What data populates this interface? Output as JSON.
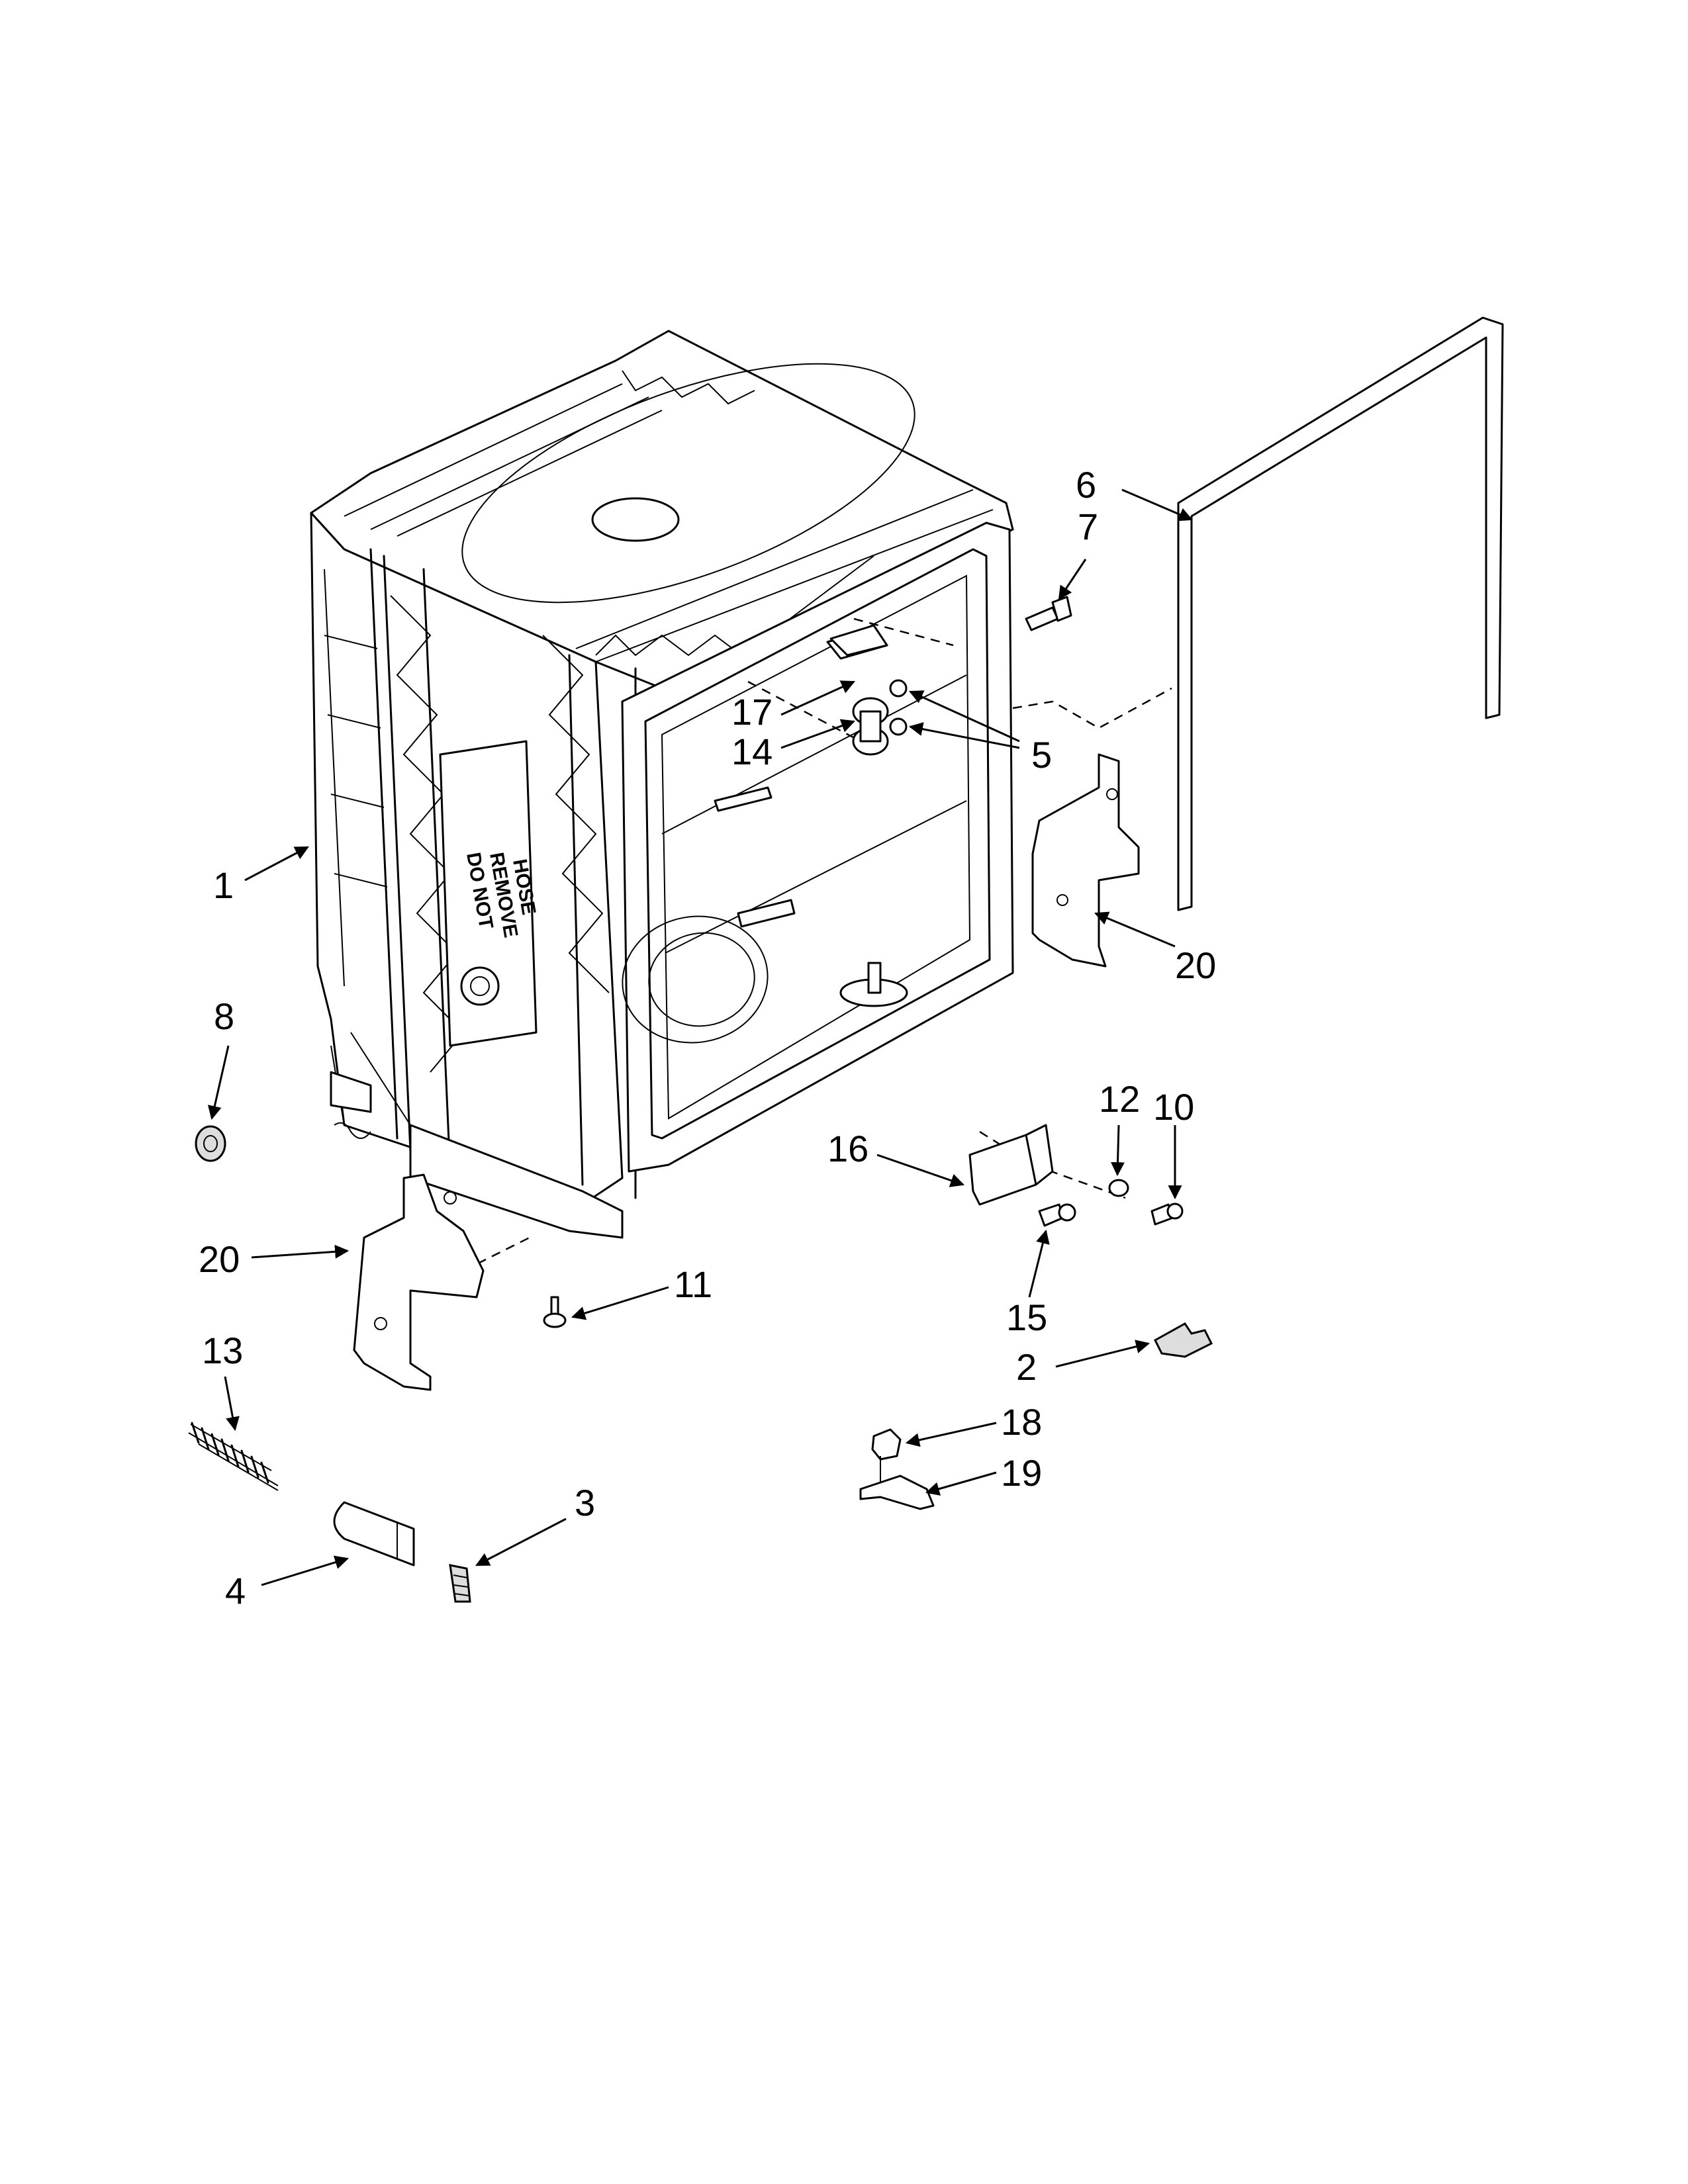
{
  "callouts": [
    {
      "id": "1",
      "label": "1"
    },
    {
      "id": "2",
      "label": "2"
    },
    {
      "id": "3",
      "label": "3"
    },
    {
      "id": "4",
      "label": "4"
    },
    {
      "id": "5",
      "label": "5"
    },
    {
      "id": "6",
      "label": "6"
    },
    {
      "id": "7",
      "label": "7"
    },
    {
      "id": "8",
      "label": "8"
    },
    {
      "id": "10",
      "label": "10"
    },
    {
      "id": "11",
      "label": "11"
    },
    {
      "id": "12",
      "label": "12"
    },
    {
      "id": "13",
      "label": "13"
    },
    {
      "id": "14",
      "label": "14"
    },
    {
      "id": "15",
      "label": "15"
    },
    {
      "id": "16",
      "label": "16"
    },
    {
      "id": "17",
      "label": "17"
    },
    {
      "id": "18",
      "label": "18"
    },
    {
      "id": "19",
      "label": "19"
    },
    {
      "id": "20a",
      "label": "20"
    },
    {
      "id": "20b",
      "label": "20"
    }
  ],
  "tub_sticker": {
    "line1": "DO  NOT",
    "line2": "REMOVE",
    "line3": "HOSE"
  }
}
